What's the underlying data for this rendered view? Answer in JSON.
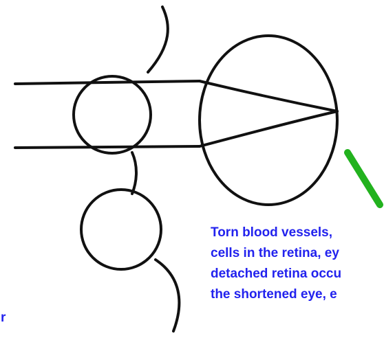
{
  "caption": {
    "lines": [
      "Torn blood vessels,",
      "cells in the retina, ey",
      "detached retina occu",
      "the shortened eye, e"
    ],
    "color": "#2222ee"
  },
  "left_fragment": {
    "text": "r",
    "color": "#2222ee"
  },
  "colors": {
    "line": "#111111",
    "pointer": "#22b21e",
    "background": "#ffffff"
  }
}
